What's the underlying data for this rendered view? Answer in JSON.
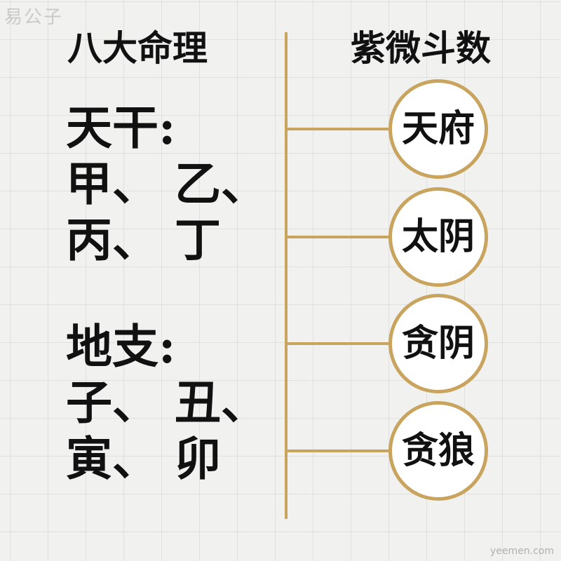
{
  "watermark": {
    "top": "易公子",
    "bottom": "yeemen.com"
  },
  "left_title": "八大命理",
  "right_title": "紫微斗数",
  "stems": {
    "heading": "天干:",
    "lines": [
      "甲、 乙、",
      "丙、 丁"
    ]
  },
  "branches": {
    "heading": "地支:",
    "lines": [
      "子、 丑、",
      "寅、 卯"
    ]
  },
  "stars": [
    "天府",
    "太阴",
    "贪阴",
    "贪狼"
  ],
  "colors": {
    "accent": "#c8a45e",
    "background": "#f1f1ef",
    "text": "#111111"
  }
}
